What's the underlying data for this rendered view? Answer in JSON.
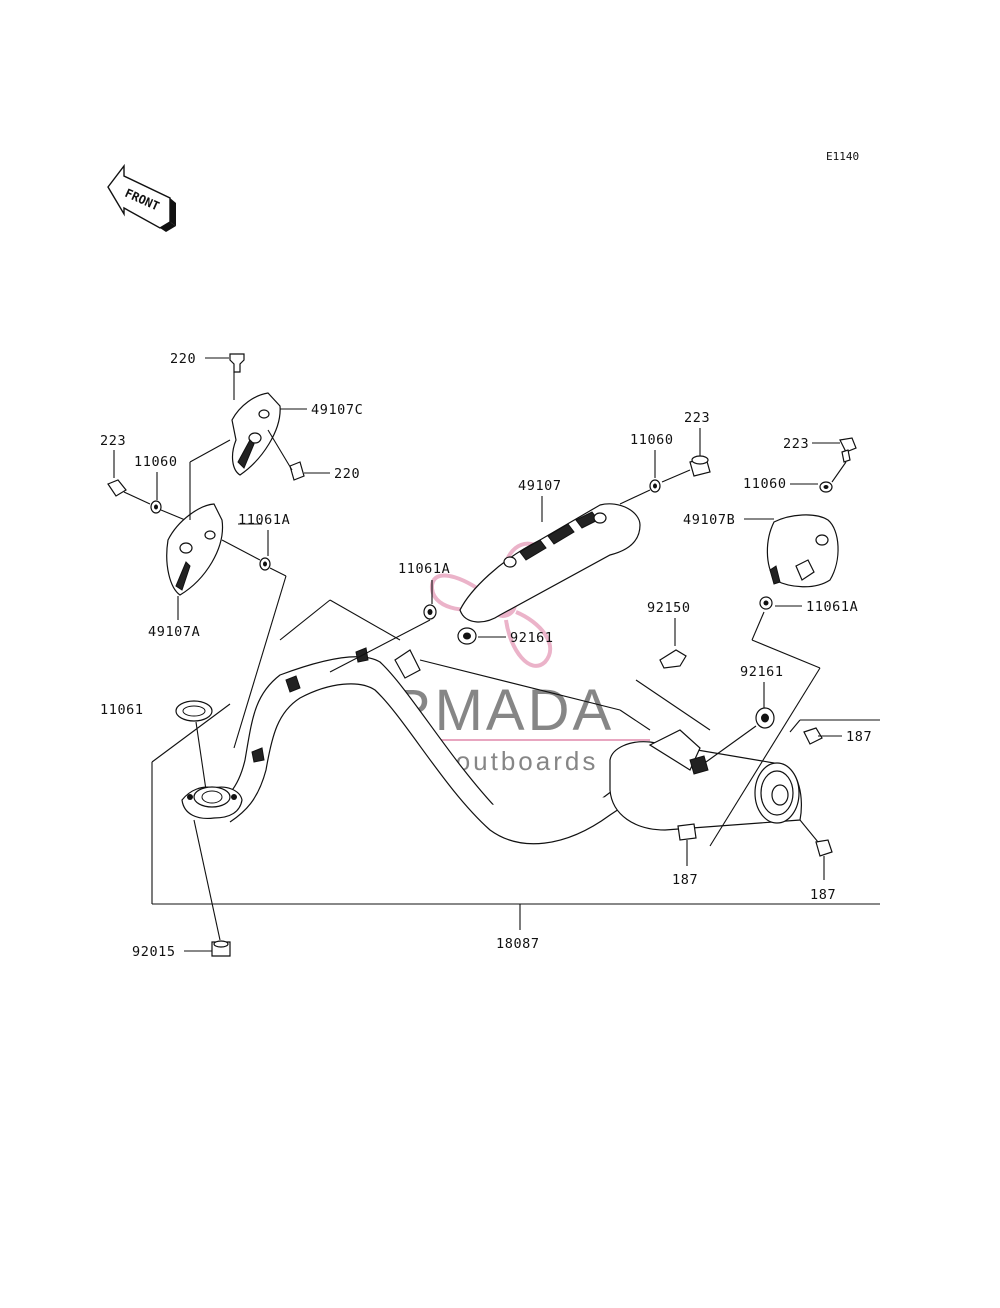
{
  "diagram": {
    "code": "E1140",
    "front_label": "FRONT"
  },
  "watermark": {
    "title": "ARMADA",
    "subtitle": "marine outboards",
    "accent_color": "#e8a6c0"
  },
  "labels": {
    "p220a": "220",
    "p49107c": "49107C",
    "p220b": "220",
    "p223a": "223",
    "p11060a": "11060",
    "p11061a_1": "11061A",
    "p49107a": "49107A",
    "p11061": "11061",
    "p92015": "92015",
    "p11061a_2": "11061A",
    "p49107": "49107",
    "p92161a": "92161",
    "p11060b": "11060",
    "p223b": "223",
    "p223c": "223",
    "p11060c": "11060",
    "p49107b": "49107B",
    "p11061a_3": "11061A",
    "p92150": "92150",
    "p92161b": "92161",
    "p187a": "187",
    "p187b": "187",
    "p187c": "187",
    "p18087": "18087"
  }
}
